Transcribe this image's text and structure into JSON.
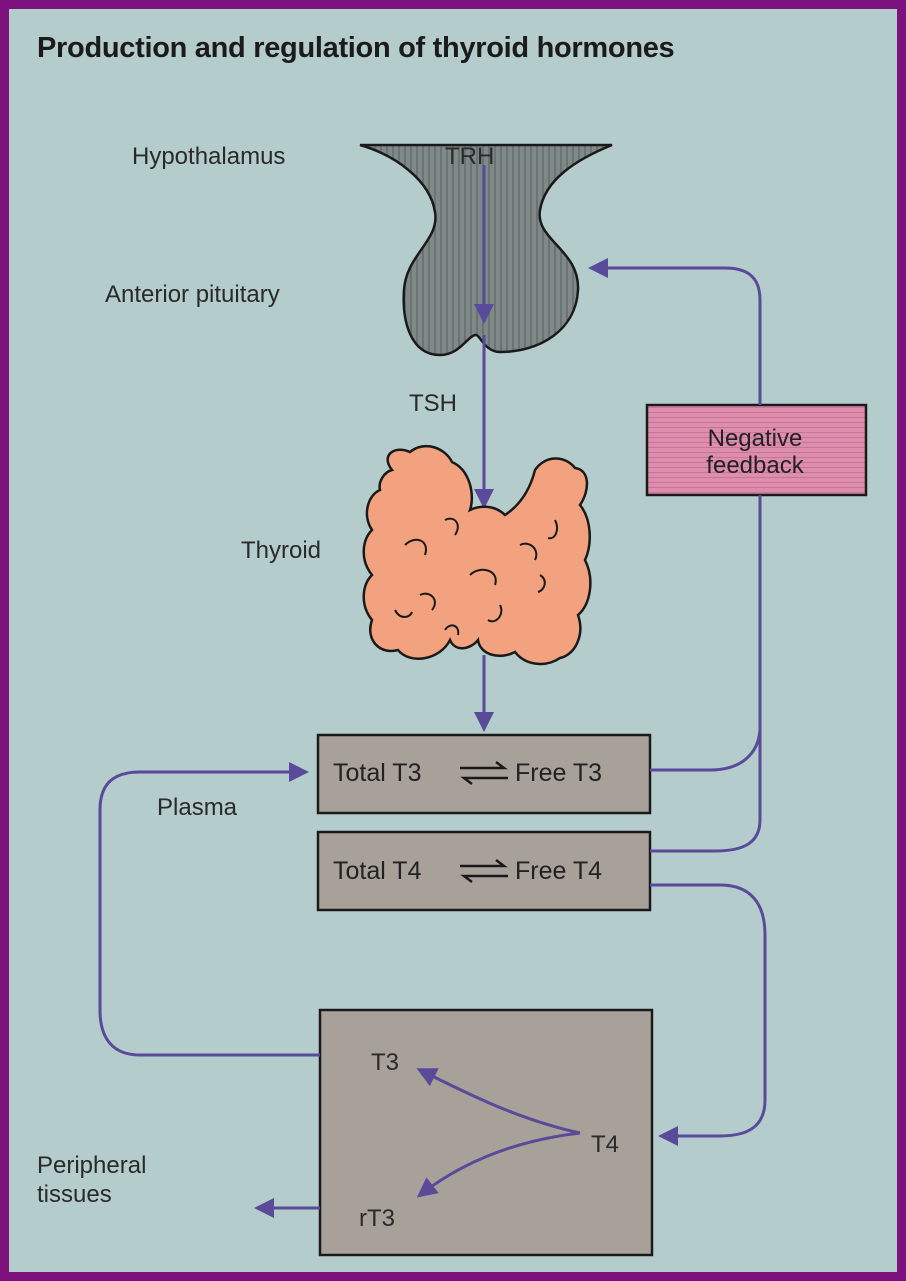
{
  "title": "Production and regulation of thyroid hormones",
  "labels": {
    "hypothalamus": "Hypothalamus",
    "trh": "TRH",
    "anterior_pituitary": "Anterior pituitary",
    "tsh": "TSH",
    "thyroid": "Thyroid",
    "plasma": "Plasma",
    "peripheral_line1": "Peripheral",
    "peripheral_line2": "tissues"
  },
  "feedback": {
    "line1": "Negative",
    "line2": "feedback"
  },
  "plasma_boxes": {
    "t3_total": "Total T3",
    "t3_free": "Free T3",
    "t4_total": "Total T4",
    "t4_free": "Free T4"
  },
  "tissue_box": {
    "t3": "T3",
    "t4": "T4",
    "rt3": "rT3"
  },
  "colors": {
    "frame": "#7d117e",
    "background": "#b4cccc",
    "arrow": "#5a4a9a",
    "box_fill": "#a8a19a",
    "feedback_fill": "#d98aa8",
    "thyroid_fill": "#f2a27e",
    "pituitary_fill": "#7f8a88"
  }
}
